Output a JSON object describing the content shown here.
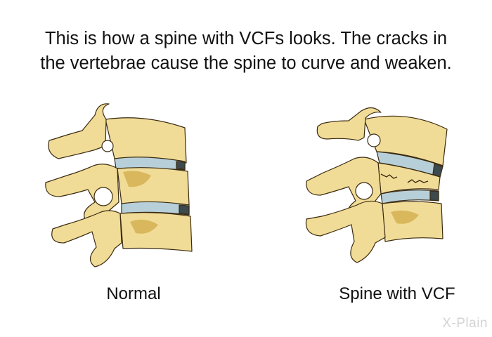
{
  "caption": {
    "line1": "This is how a spine with VCFs looks.  The cracks in",
    "line2": "the vertebrae cause the spine to curve and weaken."
  },
  "figures": {
    "normal_label": "Normal",
    "vcf_label": "Spine with VCF"
  },
  "logo": {
    "text": "X-Plain"
  },
  "colors": {
    "bone": "#f1dc97",
    "bone_dark": "#d9b85d",
    "bone_outline": "#3a2a10",
    "disc_light": "#b7cfd8",
    "disc_dark": "#3c4a4e"
  }
}
